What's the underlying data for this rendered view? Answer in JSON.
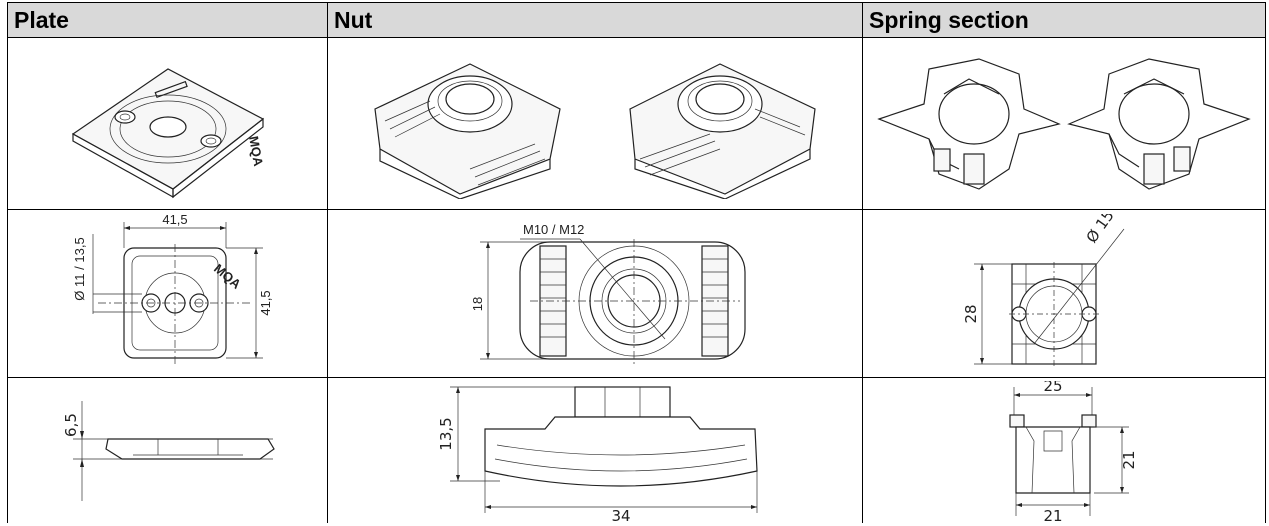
{
  "table": {
    "headers": [
      "Plate",
      "Nut",
      "Spring section"
    ]
  },
  "plate": {
    "top_width": "41,5",
    "top_height": "41,5",
    "hole_diameter": "Ø 11 / 13,5",
    "side_height": "6,5",
    "marking": "MQA"
  },
  "nut": {
    "thread": "M10 / M12",
    "top_height": "18",
    "side_height": "13,5",
    "side_length": "34"
  },
  "spring": {
    "diameter": "Ø 15",
    "top_height": "28",
    "side_width_top": "25",
    "side_height": "21",
    "side_width_bottom": "21"
  }
}
